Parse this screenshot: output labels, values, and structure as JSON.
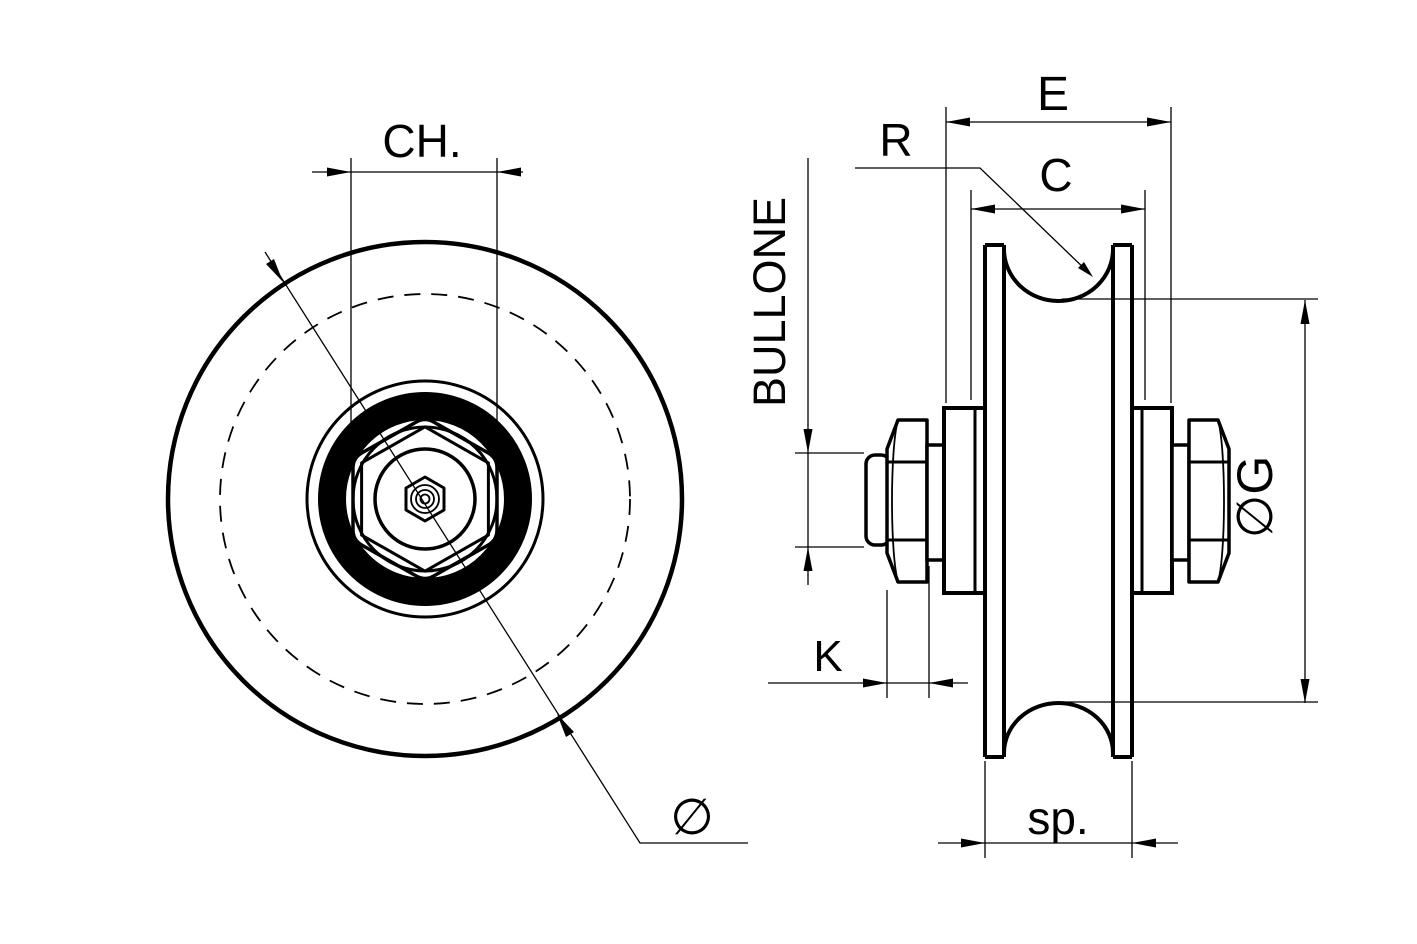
{
  "drawing": {
    "type": "technical-drawing-pulley-wheel",
    "background_color": "#ffffff",
    "line_color": "#000000",
    "front_view": {
      "dim_ch": "CH.",
      "dim_diameter": "∅"
    },
    "section_view": {
      "dim_e": "E",
      "dim_r": "R",
      "dim_c": "C",
      "dim_bolt": "BULLONE",
      "dim_g": "∅G",
      "dim_k": "K",
      "dim_sp": "sp."
    }
  }
}
